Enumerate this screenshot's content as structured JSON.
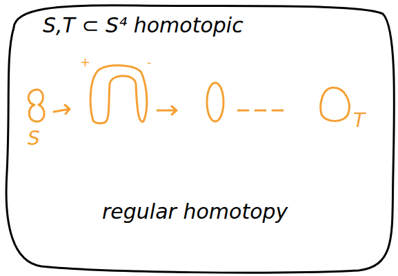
{
  "diagram": {
    "nodes": [
      {
        "text": [
          "S,T ⊂ S⁴ homotopic",
          "regular homotopy"
        ]
      }
    ],
    "labels": [
      "+",
      "-",
      "S",
      "T"
    ]
  }
}
